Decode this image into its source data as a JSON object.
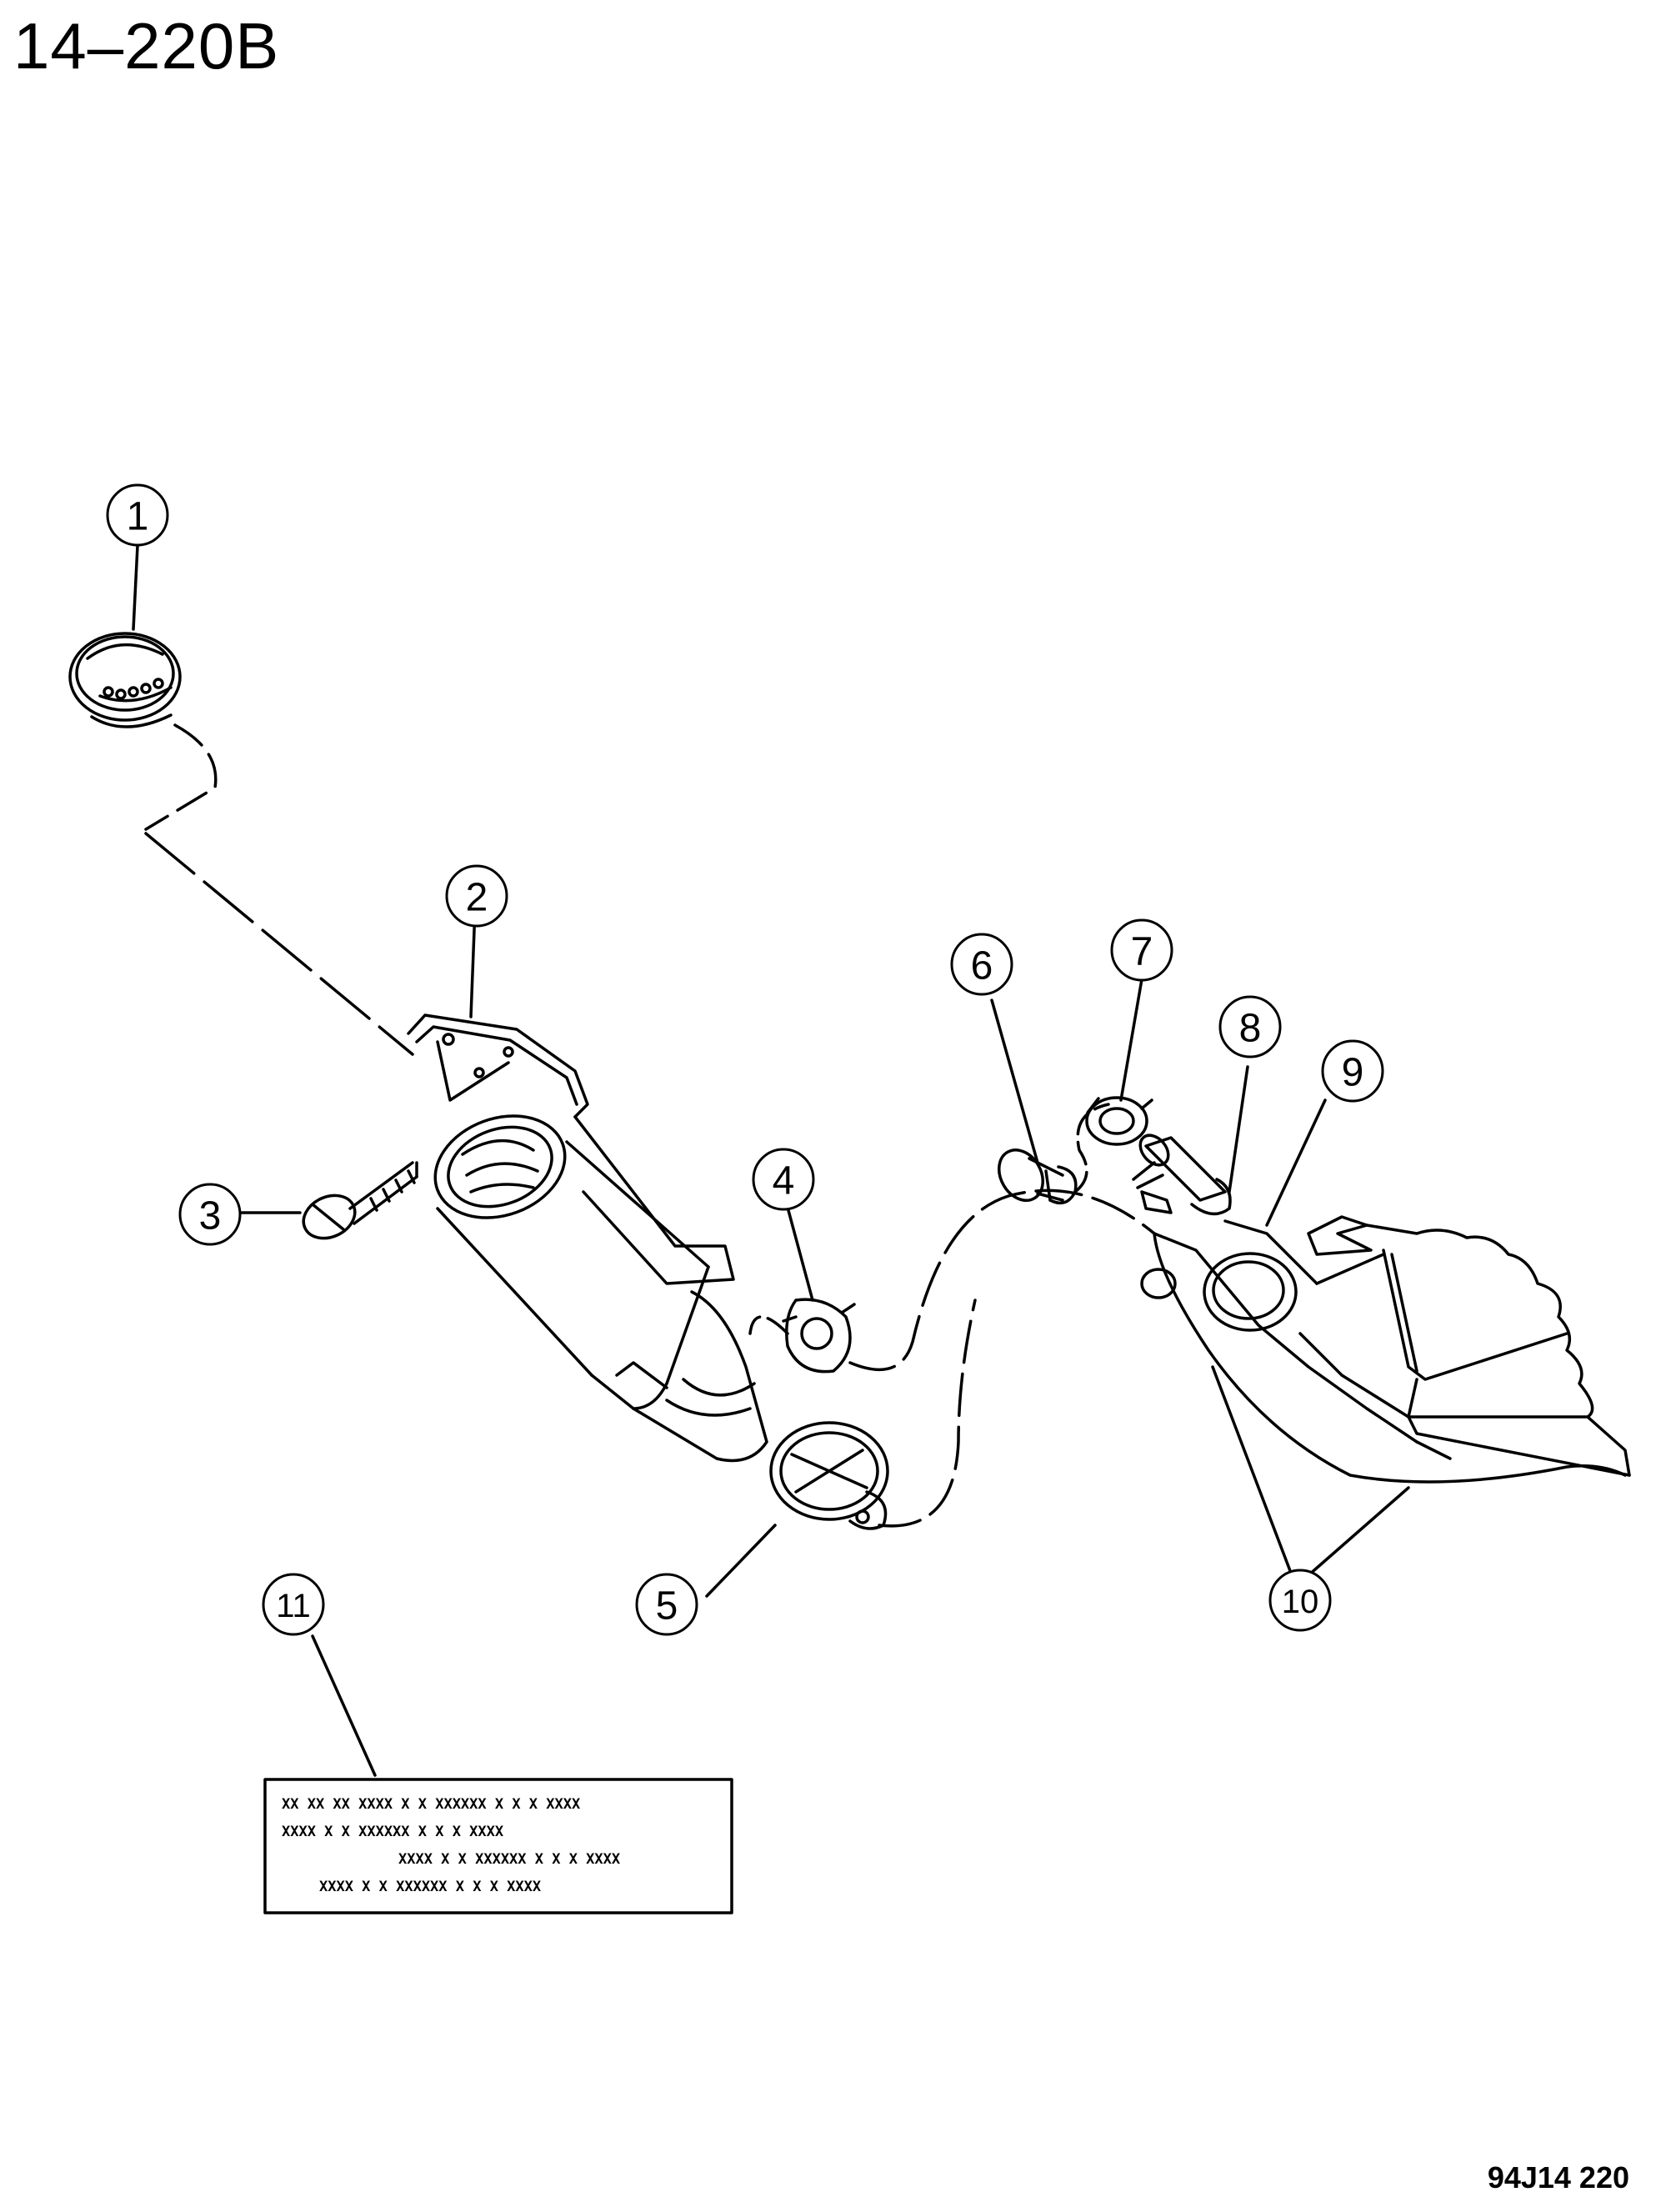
{
  "header": {
    "page_code": "14–220B"
  },
  "footer": {
    "reference_code": "94J14  220"
  },
  "callouts": [
    "1",
    "2",
    "3",
    "4",
    "5",
    "6",
    "7",
    "8",
    "9",
    "10",
    "11"
  ],
  "label_card": {
    "lines": [
      "XX XX XX XXXX X  X  XXXXXX X X X XXXX",
      "XXXX X  X  XXXXXX X X X XXXX",
      "XXXX X  X  XXXXXX X X X XXXX",
      "XXXX X  X  XXXXXX X X X XXXX"
    ]
  }
}
